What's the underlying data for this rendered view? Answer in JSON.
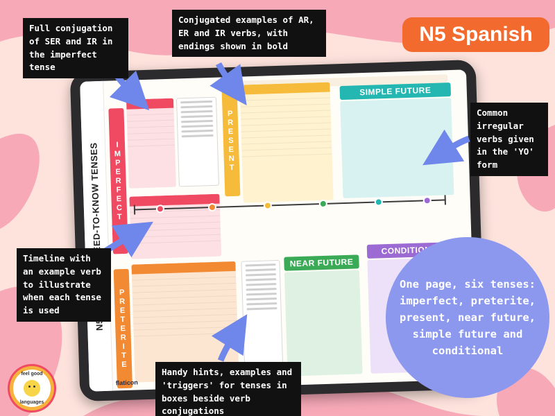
{
  "badge": {
    "label": "N5 Spanish",
    "color": "#f26a2e"
  },
  "callouts": {
    "full_conjugation": "Full conjugation of SER and IR in the imperfect tense",
    "conjugated_examples": "Conjugated examples of AR, ER and IR verbs, with endings shown in bold",
    "irregular_verbs": "Common irregular verbs given in the 'YO' form",
    "timeline": "Timeline with an example verb to illustrate when each tense is used",
    "hints": "Handy hints, examples and 'triggers' for tenses in boxes beside verb conjugations"
  },
  "summary": {
    "text": "One page, six tenses: imperfect, preterite, present, near future, simple future and conditional",
    "color": "#8c98ee"
  },
  "sheet": {
    "side_title": "N5 SPANISH: 6 NEED-TO-KNOW TENSES",
    "sections": {
      "imperfect": "IMPERFECT",
      "preterite": "PRETERITE",
      "present": "PRESENT",
      "simple_future": "SIMPLE FUTURE",
      "near_future": "NEAR FUTURE",
      "conditional": "CONDITIONAL"
    },
    "footer": "flaticon",
    "colors": {
      "imperfect": "#ef4a61",
      "preterite": "#f28a34",
      "present": "#f6bb3b",
      "simple_future": "#24b7b2",
      "near_future": "#3aaa57",
      "conditional": "#9b6ad2"
    }
  },
  "logo": {
    "top": "feel good",
    "bottom": "languages"
  }
}
